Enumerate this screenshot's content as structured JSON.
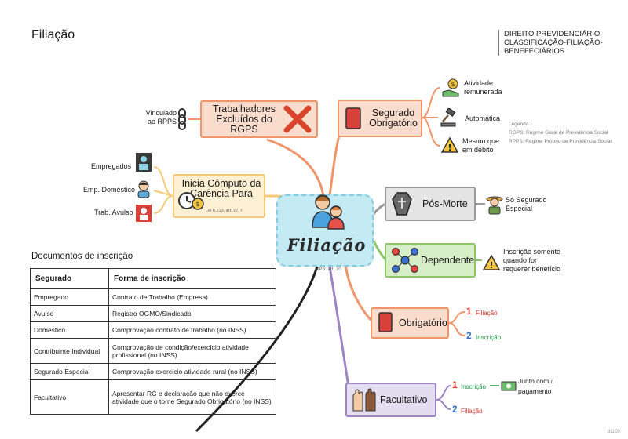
{
  "header": {
    "page_title": "Filiação",
    "subject": [
      "DIREITO PREVIDENCIáRIO",
      "CLASSIFICAÇÃO-FILIAÇÃO-",
      "BENEFECIÁRIOS"
    ]
  },
  "legend": {
    "title": "Legenda:",
    "items": [
      "RGPS: Regime Geral de Previdência Social",
      "RPPS: Regime Próprio de Previdência Social"
    ]
  },
  "center": {
    "title": "Filiação",
    "ref": "RPS: art. 20"
  },
  "excluded": {
    "label": "Trabalhadores Excluídos do RGPS",
    "linked": [
      "Vinculado",
      "ao RPPS"
    ]
  },
  "carencia": {
    "label": "Inicia Cômputo da Carência Para",
    "ref": "Lei 8.213, art. 27, I",
    "items": [
      "Empregados",
      "Emp. Doméstico",
      "Trab. Avulso"
    ]
  },
  "segurado_obrigatorio": {
    "label": "Segurado Obrigatório",
    "items": [
      [
        "Atividade",
        "remunerada"
      ],
      [
        "Automática"
      ],
      [
        "Mesmo que",
        "em débito"
      ]
    ]
  },
  "pos_morte": {
    "label": "Pós-Morte",
    "note": [
      "Só Segurado",
      "Especial"
    ]
  },
  "dependente": {
    "label": "Dependente",
    "note": [
      "Inscrição somente",
      "quando for",
      "requerer benefício"
    ]
  },
  "obrigatorio": {
    "label": "Obrigatório",
    "steps": [
      {
        "n": "1",
        "text": "Filiação"
      },
      {
        "n": "2",
        "text": "Inscrição"
      }
    ]
  },
  "facultativo": {
    "label": "Facultativo",
    "steps": [
      {
        "n": "1",
        "text": "Inscrição"
      },
      {
        "n": "2",
        "text": "Filiação"
      }
    ],
    "note": [
      "Junto com",
      "o",
      "pagamento"
    ]
  },
  "documents": {
    "heading": "Documentos de inscrição",
    "columns": [
      "Segurado",
      "Forma de inscrição"
    ],
    "rows": [
      [
        "Empregado",
        "Contrato de Trabalho (Empresa)"
      ],
      [
        "Avulso",
        "Registro OGMO/Sindicado"
      ],
      [
        "Doméstico",
        "Comprovação contrato de trabalho (no INSS)"
      ],
      [
        "Contribuinte Individual",
        "Comprovação de condição/exercício atividade profissional (no INSS)"
      ],
      [
        "Segurado Especial",
        "Comprovação exercício atividade rural (no INSS)"
      ],
      [
        "Facultativo",
        "Apresentar RG e declaração que não exerce atividade que o torne Segurado Obrigatório (no INSS)"
      ]
    ]
  },
  "footer": {
    "code": "d1100"
  },
  "colors": {
    "salmon": "#fadccc",
    "orange_border": "#f0946a",
    "cream": "#fdf0d3",
    "grey": "#e4e4e4",
    "green": "#d7efc8",
    "lilac": "#e4dcef",
    "center": "#c4eaf4"
  }
}
